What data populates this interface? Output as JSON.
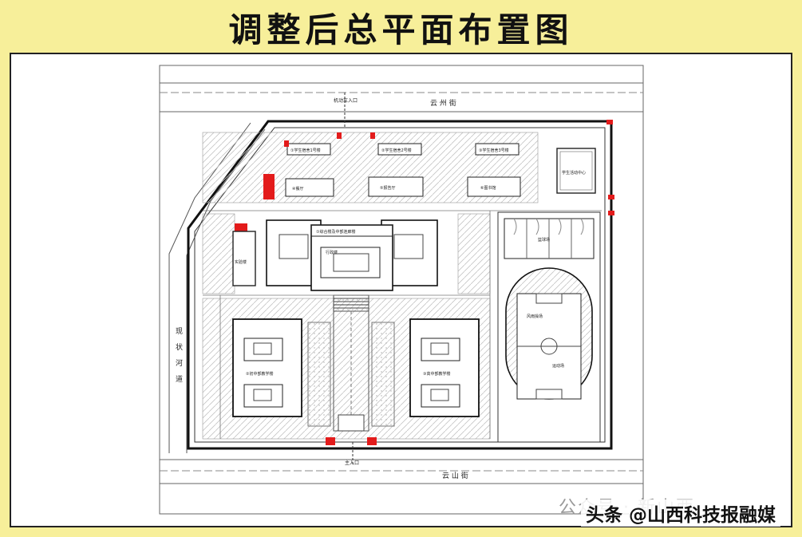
{
  "title": "调整后总平面布置图",
  "labels": {
    "street_top": "云 州 街",
    "street_bottom": "云 山 街",
    "river": [
      "现",
      "状",
      "河",
      "道"
    ],
    "entrance_top": "机动车入口",
    "entrance_bottom": "主入口",
    "sports_field": "风雨操场",
    "stadium_field": "运动场",
    "court": "篮球场",
    "dorm_1": "①学生宿舍1号楼",
    "dorm_2": "②学生宿舍2号楼",
    "dorm_3": "③学生宿舍3号楼",
    "canteen": "④餐厅",
    "hall": "⑤报告厅",
    "library": "⑥图书馆",
    "main_building": "①综合楼及中部连廊楼",
    "admin": "行政楼",
    "teach_left": "②初中部教学楼",
    "teach_right": "③高中部教学楼",
    "gate_right": "学生活动中心",
    "side_building": "实验楼"
  },
  "watermark": {
    "faded": "公众号 · 新山西",
    "credit": "头条 @山西科技报融媒"
  },
  "colors": {
    "background": "#f7ef9a",
    "line": "#222222",
    "hatch": "#bdbdbd",
    "highlight": "#e31b1b"
  }
}
